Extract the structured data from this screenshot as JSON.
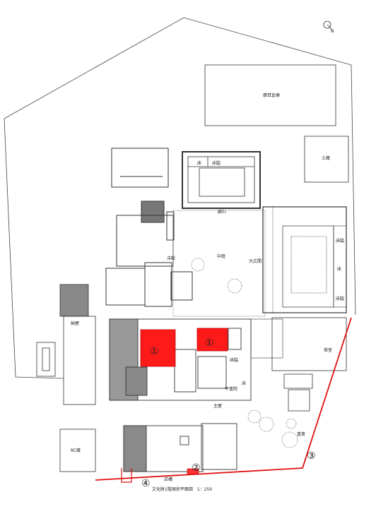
{
  "north_label": "N",
  "scale_caption": "文化財1階現状平面図　1：250",
  "room_labels": {
    "garage": "摩耳倉庫",
    "storehouse": "土蔵",
    "western_room": "洋館",
    "courtyard": "中庭",
    "hall": "大広間",
    "corridor": "廊れ",
    "nagaya": "納屋",
    "rc_storehouse": "RC蔵",
    "main_house": "主屋",
    "tearoom": "茶室",
    "study": "書斎",
    "shop": "店構",
    "tokonoma_1": "床脇",
    "tokonoma_2": "床",
    "tokonoma_3": "床",
    "tokonoma_4": "床脇",
    "tokonoma_5": "床脇",
    "tokonoma_6": "床",
    "tokonoma_7": "床脇",
    "hiraya": "平書院"
  },
  "markers": {
    "m1a": "①",
    "m1b": "①",
    "m2": "②",
    "m3": "③",
    "m4": "④"
  },
  "colors": {
    "highlight_fill": "#ff1a1a",
    "route_line": "#e01010",
    "wall": "#333333",
    "shade": "#9a9a9a"
  }
}
